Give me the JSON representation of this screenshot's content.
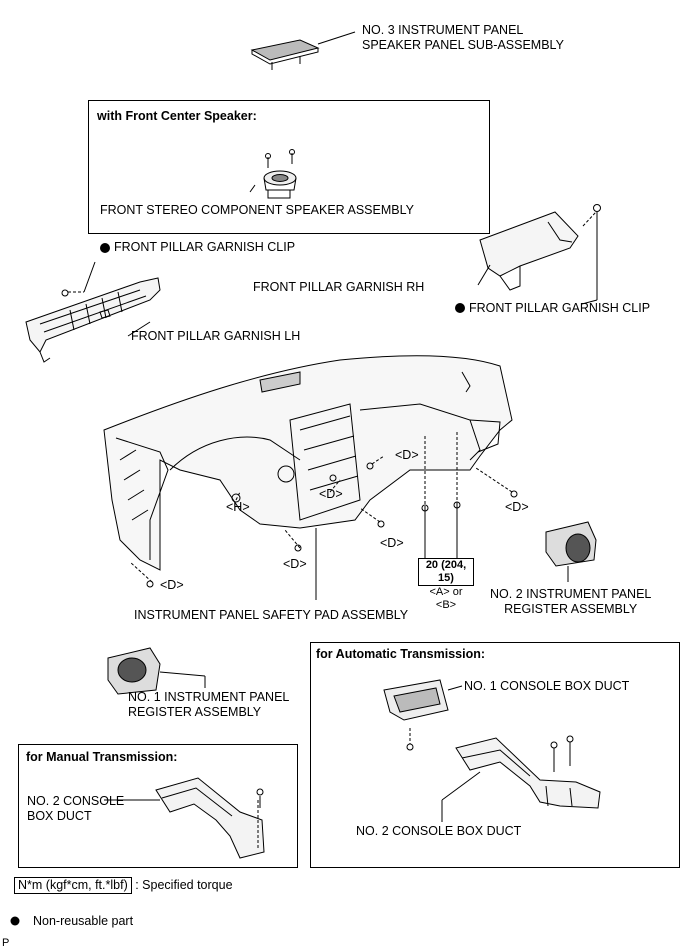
{
  "labels": {
    "speaker_panel": [
      "NO. 3 INSTRUMENT PANEL",
      "SPEAKER PANEL SUB-ASSEMBLY"
    ],
    "front_center_header": "with Front Center Speaker:",
    "front_stereo_speaker": "FRONT STEREO COMPONENT SPEAKER ASSEMBLY",
    "pillar_clip_left": "FRONT PILLAR GARNISH CLIP",
    "pillar_garnish_rh": "FRONT PILLAR GARNISH RH",
    "pillar_clip_right": "FRONT PILLAR GARNISH CLIP",
    "pillar_garnish_lh": "FRONT PILLAR GARNISH LH",
    "safety_pad": "INSTRUMENT PANEL SAFETY PAD ASSEMBLY",
    "no2_register": [
      "NO. 2 INSTRUMENT PANEL",
      "REGISTER ASSEMBLY"
    ],
    "no1_register": [
      "NO. 1 INSTRUMENT PANEL",
      "REGISTER ASSEMBLY"
    ],
    "auto_header": "for Automatic Transmission:",
    "no1_console_duct": "NO. 1 CONSOLE BOX DUCT",
    "no2_console_duct_auto": "NO. 2 CONSOLE BOX DUCT",
    "manual_header": "for Manual Transmission:",
    "no2_console_duct_manual": [
      "NO. 2 CONSOLE",
      "BOX DUCT"
    ]
  },
  "refs": {
    "H": "<H>",
    "D": "<D>"
  },
  "torque": {
    "value": "20 (204, 15)",
    "refs": "<A> or <B>"
  },
  "legend": {
    "torque_unit": "N*m (kgf*cm, ft.*lbf)",
    "torque_text": ": Specified torque",
    "nonreusable_text": "Non-reusable part",
    "corner_letter": "P"
  }
}
